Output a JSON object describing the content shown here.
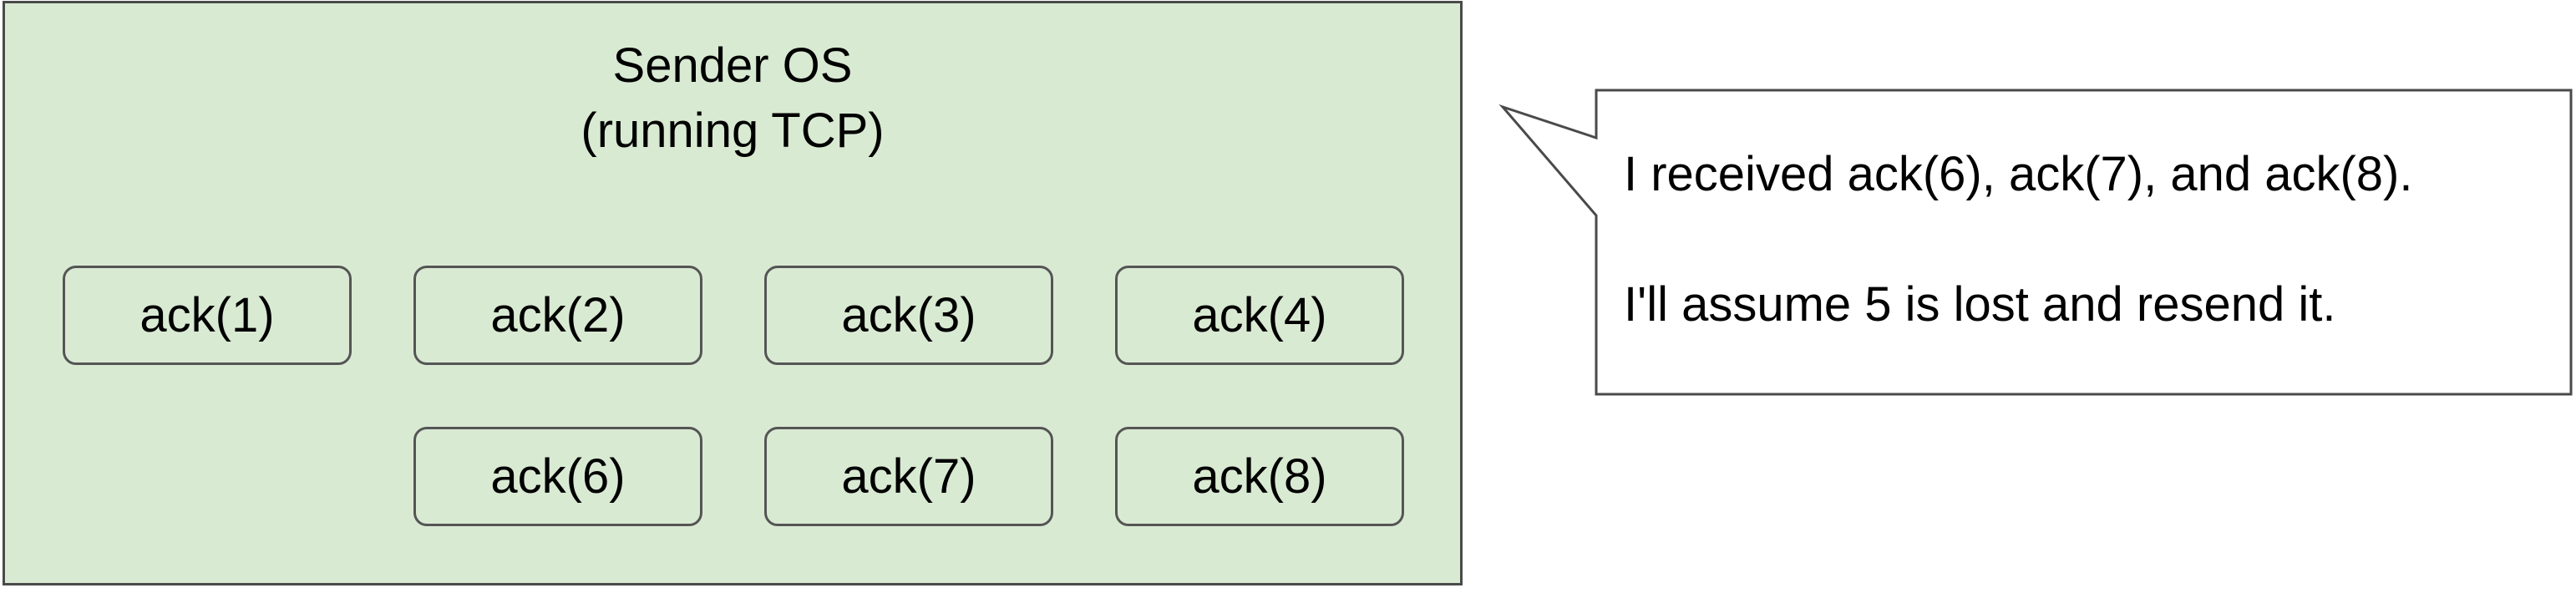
{
  "colors": {
    "sender_fill": "#d9ead3",
    "callout_fill": "#ffffff",
    "border": "#4a4a4a"
  },
  "sender": {
    "title": "Sender OS\n(running TCP)",
    "acks": [
      {
        "label": "ack(1)"
      },
      {
        "label": "ack(2)"
      },
      {
        "label": "ack(3)"
      },
      {
        "label": "ack(4)"
      },
      {
        "label": "ack(6)"
      },
      {
        "label": "ack(7)"
      },
      {
        "label": "ack(8)"
      }
    ]
  },
  "callout": {
    "line1": "I received ack(6), ack(7), and ack(8).",
    "line2": "I'll assume 5 is lost and resend it."
  }
}
